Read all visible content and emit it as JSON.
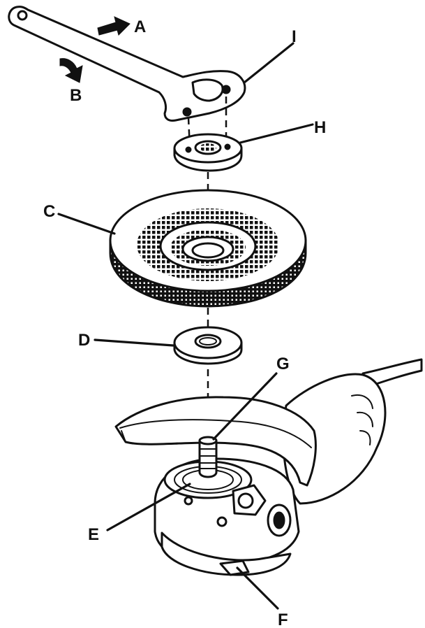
{
  "labels": {
    "a": "A",
    "b": "B",
    "c": "C",
    "d": "D",
    "e": "E",
    "f": "F",
    "g": "G",
    "h": "H",
    "i": "I"
  }
}
